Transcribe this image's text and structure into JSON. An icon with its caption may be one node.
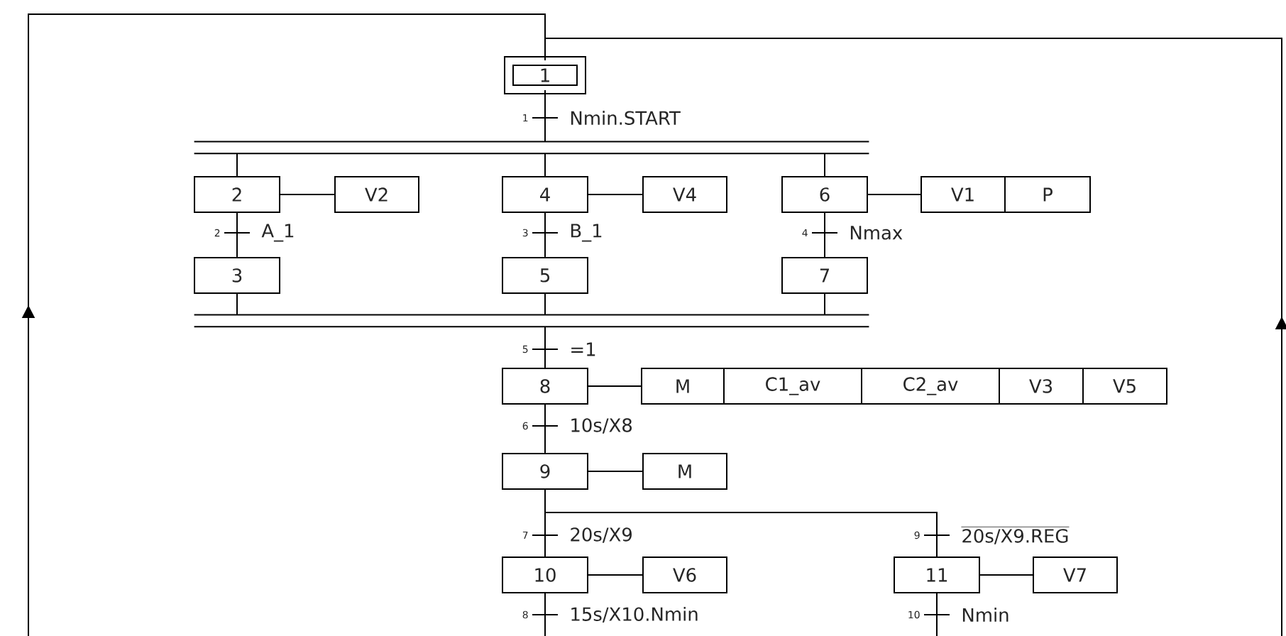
{
  "diagram": {
    "nodes": [
      {
        "text": [
          "1"
        ]
      },
      {
        "text": [],
        "shape": "bar"
      },
      {
        "text": [
          "2"
        ]
      },
      {
        "text": [
          "V2"
        ]
      },
      {
        "text": [
          "3"
        ]
      },
      {
        "text": [
          "4"
        ]
      },
      {
        "text": [
          "V4"
        ]
      },
      {
        "text": [
          "5"
        ]
      },
      {
        "text": [
          "6"
        ]
      },
      {
        "text": [
          "V1"
        ]
      },
      {
        "text": [
          "P"
        ]
      },
      {
        "text": [
          "7"
        ]
      },
      {
        "text": [],
        "shape": "bar"
      },
      {
        "text": [
          "8"
        ]
      },
      {
        "text": [
          "M"
        ]
      },
      {
        "text": [
          "C1_av"
        ]
      },
      {
        "text": [
          "C2_av"
        ]
      },
      {
        "text": [
          "V3"
        ]
      },
      {
        "text": [
          "V5"
        ]
      },
      {
        "text": [
          "9"
        ]
      },
      {
        "text": [
          "M"
        ]
      },
      {
        "text": [
          "10"
        ]
      },
      {
        "text": [
          "V6"
        ]
      },
      {
        "text": [
          "11"
        ]
      },
      {
        "text": [
          "V7"
        ]
      }
    ],
    "edges": [
      {
        "from": 0,
        "to": 1,
        "arrow": "none",
        "label": "Nmin.START"
      },
      {
        "from": 1,
        "to": 2,
        "arrow": "none"
      },
      {
        "from": 1,
        "to": 5,
        "arrow": "none"
      },
      {
        "from": 1,
        "to": 8,
        "arrow": "none"
      },
      {
        "from": 2,
        "to": 3,
        "arrow": "none"
      },
      {
        "from": 2,
        "to": 4,
        "arrow": "none",
        "label": "A_1"
      },
      {
        "from": 5,
        "to": 6,
        "arrow": "none"
      },
      {
        "from": 5,
        "to": 7,
        "arrow": "none",
        "label": "B_1"
      },
      {
        "from": 8,
        "to": 9,
        "arrow": "none"
      },
      {
        "from": 8,
        "to": 11,
        "arrow": "none",
        "label": "Nmax"
      },
      {
        "from": 4,
        "to": 12,
        "arrow": "none"
      },
      {
        "from": 7,
        "to": 12,
        "arrow": "none"
      },
      {
        "from": 11,
        "to": 12,
        "arrow": "none"
      },
      {
        "from": 12,
        "to": 13,
        "arrow": "none",
        "label": "=1"
      },
      {
        "from": 13,
        "to": 14,
        "arrow": "none"
      },
      {
        "from": 13,
        "to": 19,
        "arrow": "none",
        "label": "10s/X8"
      },
      {
        "from": 19,
        "to": 20,
        "arrow": "none"
      },
      {
        "from": 19,
        "to": 21,
        "arrow": "none",
        "label": "20s/X9"
      },
      {
        "from": 19,
        "to": 23,
        "arrow": "none",
        "label": "20s/X9.REG"
      },
      {
        "from": 21,
        "to": 22,
        "arrow": "none"
      },
      {
        "from": 23,
        "to": 24,
        "arrow": "none"
      },
      {
        "from": 21,
        "to": 0,
        "arrow": "to",
        "label": "15s/X10.Nmin"
      },
      {
        "from": 23,
        "to": 0,
        "arrow": "to",
        "label": "Nmin"
      }
    ],
    "labels": [
      "1",
      "2",
      "3",
      "4",
      "5",
      "6",
      "7",
      "9",
      "8",
      "10"
    ]
  }
}
